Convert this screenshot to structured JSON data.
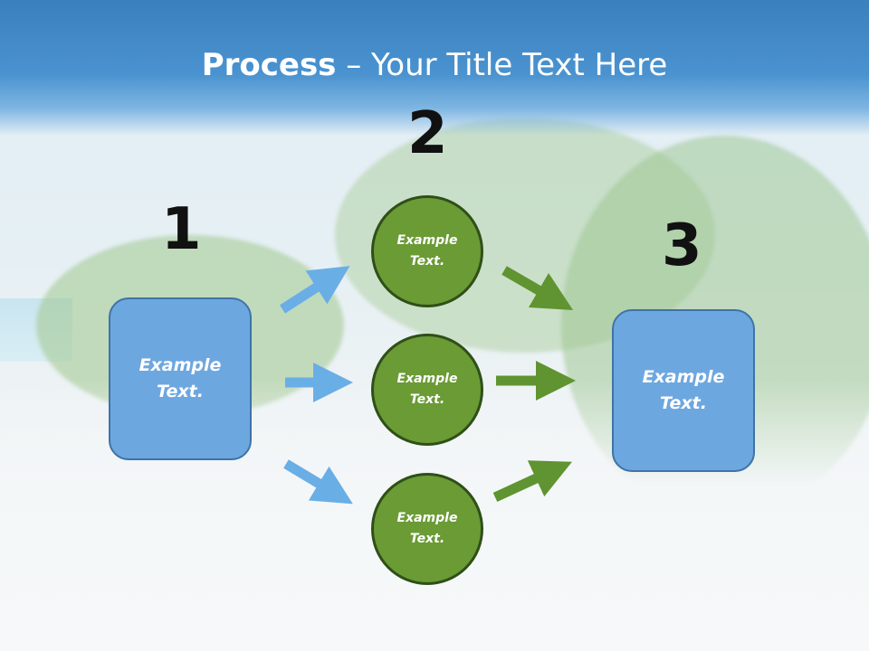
{
  "title": {
    "bold": "Process",
    "rest": " – Your Title Text Here"
  },
  "steps": {
    "step1": {
      "number": "1",
      "text": "Example Text."
    },
    "step2": {
      "number": "2",
      "items": [
        "Example Text.",
        "Example Text.",
        "Example Text."
      ]
    },
    "step3": {
      "number": "3",
      "text": "Example Text."
    }
  },
  "colors": {
    "title_bar": "#4a93d0",
    "box_fill": "#6da7e0",
    "circle_fill": "#6a9b35",
    "blue_arrow": "#6aaee6",
    "green_arrow": "#5f9431"
  }
}
